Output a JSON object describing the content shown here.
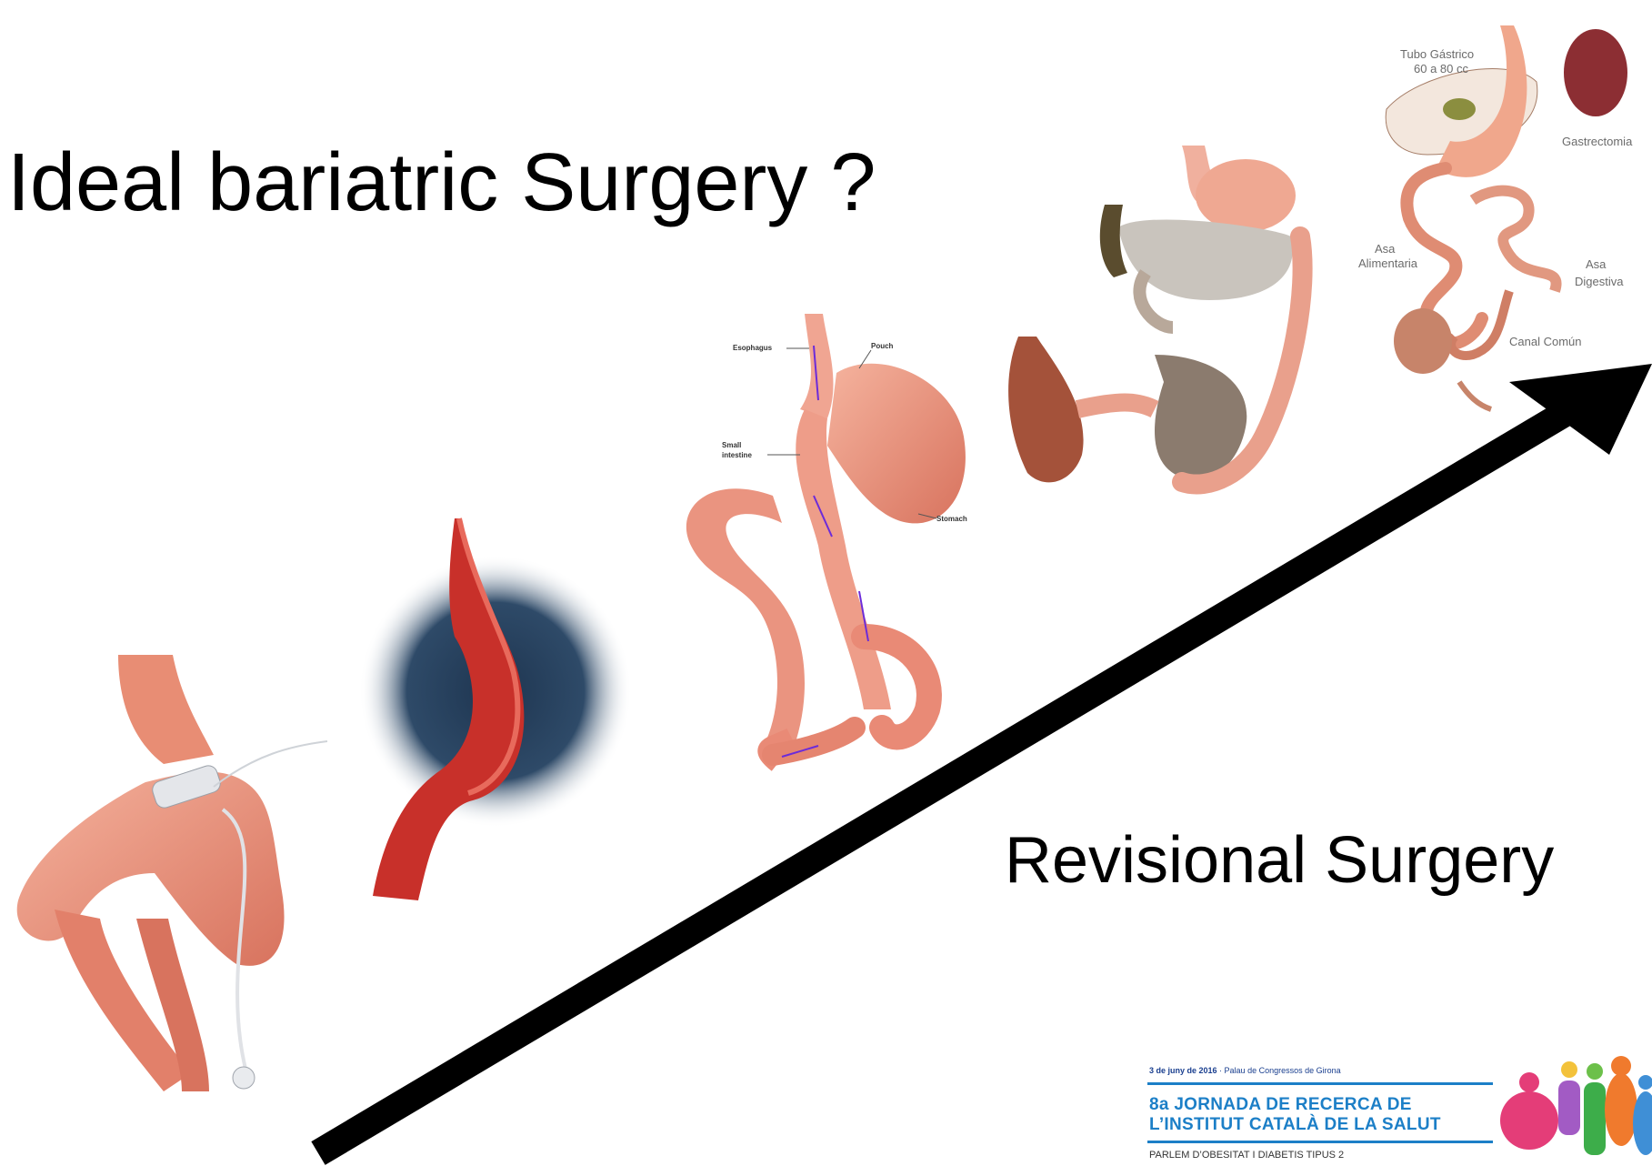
{
  "slide": {
    "title": "Ideal bariatric Surgery ?",
    "subtitle": "Revisional Surgery"
  },
  "roux_diagram_labels": {
    "esophagus": "Esophagus",
    "pouch": "Pouch",
    "small_intestine_1": "Small",
    "small_intestine_2": "intestine",
    "stomach": "Stomach"
  },
  "duodenal_switch_labels": {
    "tubo_1": "Tubo Gástrico",
    "tubo_2": "60 a 80 cc",
    "gastrectomia": "Gastrectomia",
    "asa_alim_1": "Asa",
    "asa_alim_2": "Alimentaria",
    "asa_dig_1": "Asa",
    "asa_dig_2": "Digestiva",
    "canal_comun": "Canal Común"
  },
  "logo": {
    "date_bold": "3 de juny de 2016",
    "date_rest": " · Palau de Congressos de Girona",
    "line1": "8a JORNADA DE RECERCA DE",
    "line2": "L’INSTITUT CATALÀ DE LA SALUT",
    "tagline": "PARLEM D’OBESITAT I DIABETIS TIPUS 2"
  },
  "colors": {
    "arrow": "#000000",
    "tissue": "#e9907a",
    "tissue_dark": "#c9604c",
    "logo_blue": "#1c7fc7"
  }
}
